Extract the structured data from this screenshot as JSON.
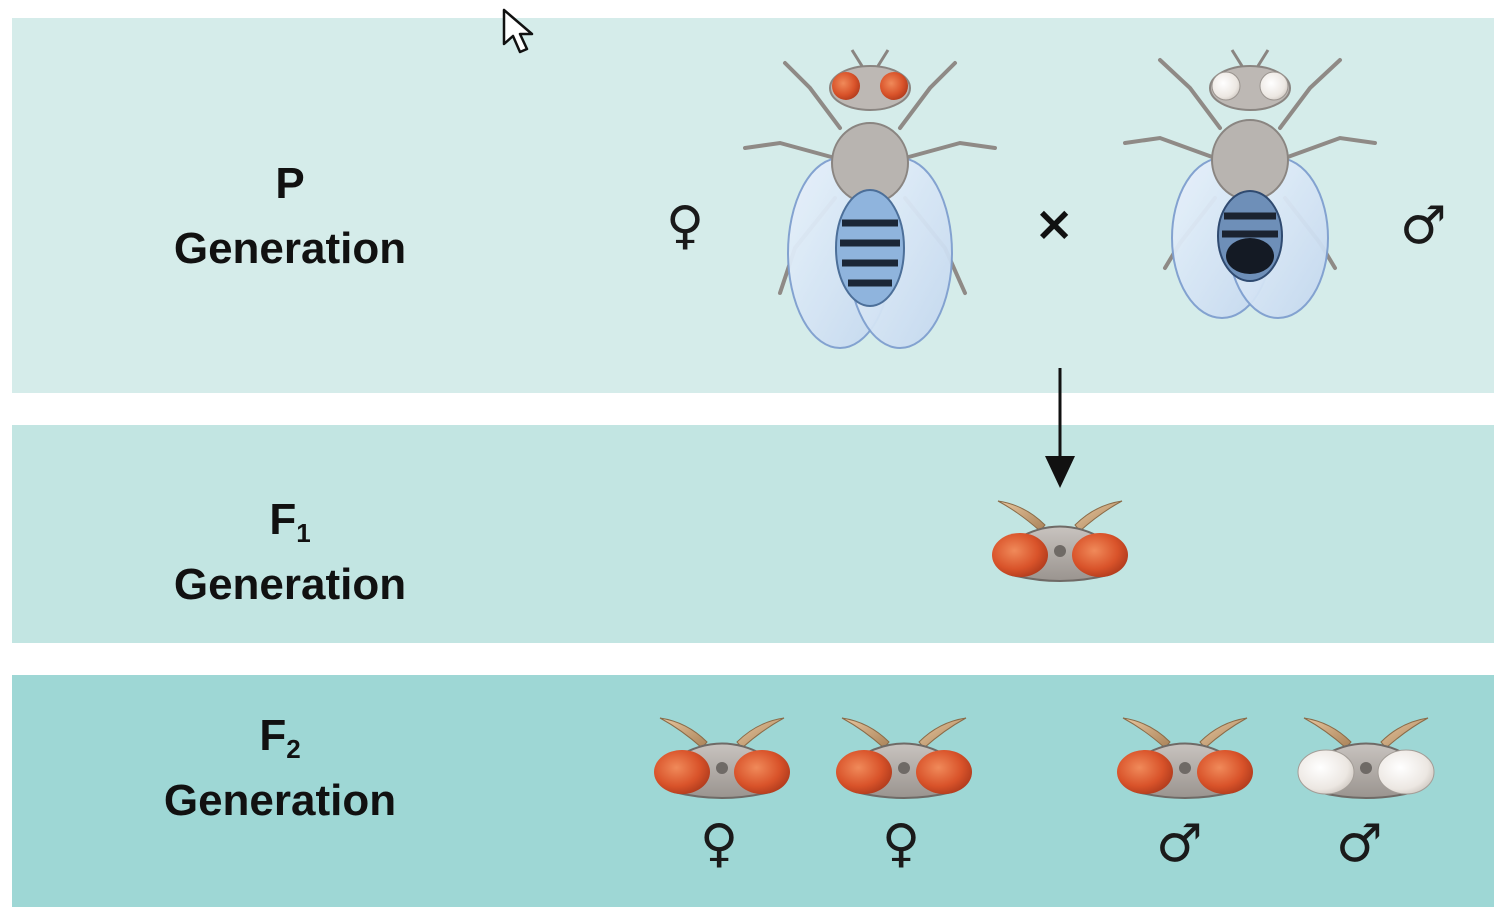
{
  "generations": [
    {
      "label": "P",
      "subscript": "",
      "word": "Generation"
    },
    {
      "label": "F",
      "subscript": "1",
      "word": "Generation"
    },
    {
      "label": "F",
      "subscript": "2",
      "word": "Generation"
    }
  ],
  "symbols": {
    "female": "♀",
    "male": "♂",
    "cross": "×"
  },
  "colors": {
    "p_band": "#d5ecea",
    "f1_band": "#c2e5e2",
    "f2_band": "#9ed7d5",
    "red_eye": "#d9532a",
    "white_eye": "#ede8e3",
    "body_gray": "#b8b4b0",
    "wing_blue": "#aec9e8"
  },
  "p_generation": {
    "parents": [
      {
        "sex": "female",
        "eye": "red"
      },
      {
        "sex": "male",
        "eye": "white"
      }
    ]
  },
  "f1_generation": {
    "offspring": [
      {
        "eye": "red"
      }
    ]
  },
  "f2_generation": {
    "offspring": [
      {
        "sex": "female",
        "eye": "red"
      },
      {
        "sex": "female",
        "eye": "red"
      },
      {
        "sex": "male",
        "eye": "red"
      },
      {
        "sex": "male",
        "eye": "white"
      }
    ]
  },
  "icons": {
    "arrow": "down-arrow-icon",
    "cursor": "mouse-pointer-icon"
  }
}
